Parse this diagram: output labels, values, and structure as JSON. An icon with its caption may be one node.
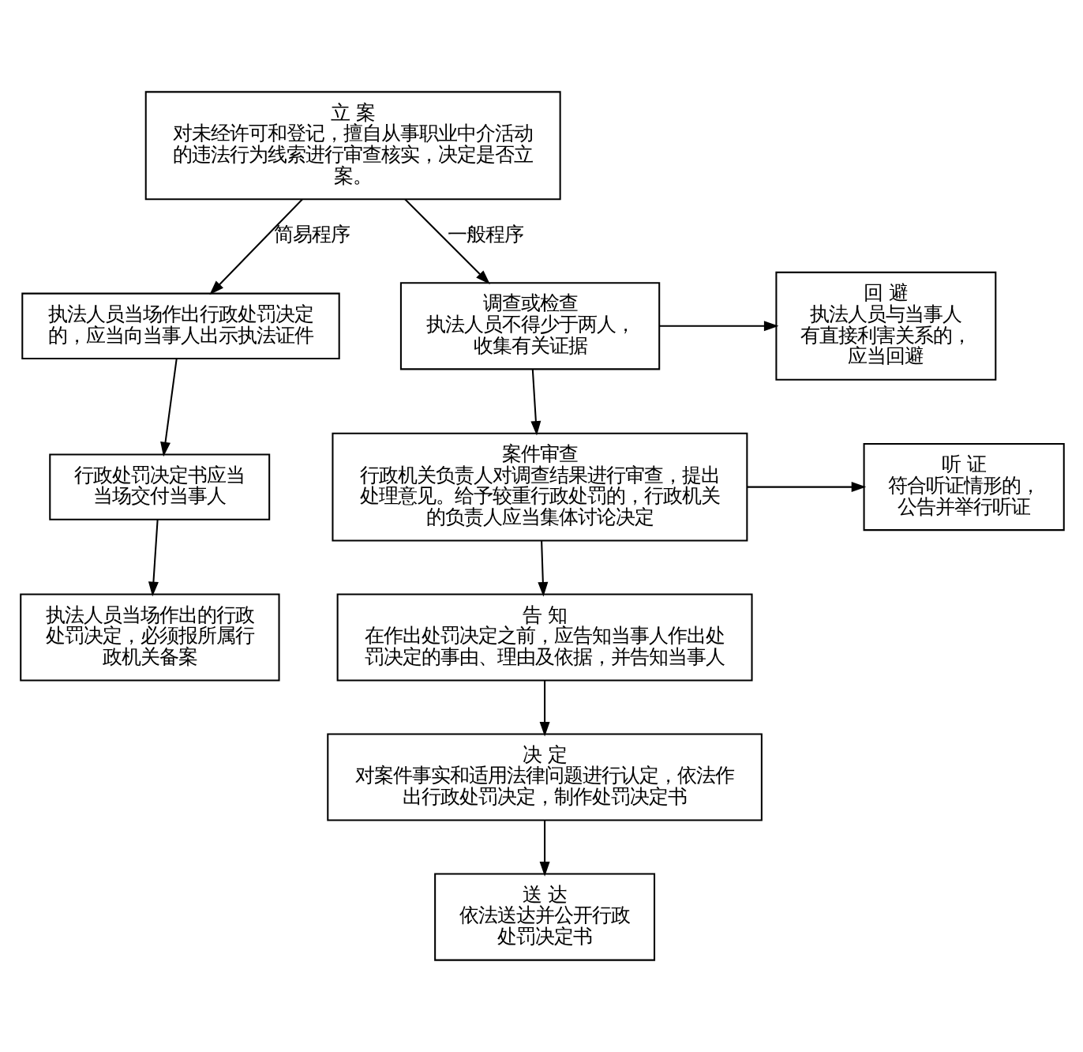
{
  "diagram": {
    "nodes": [
      {
        "text": [
          "立 案",
          "对未经许可和登记，擅自从事职业中介活动的违法行为线索进行审查核实，决定是否立案。"
        ]
      },
      {
        "text": [
          "执法人员当场作出行政处罚决定的，应当向当事人出示执法证件"
        ]
      },
      {
        "text": [
          "调查或检查",
          "执法人员不得少于两人，收集有关证据"
        ]
      },
      {
        "text": [
          "回 避",
          "执法人员与当事人有直接利害关系的，应当回避"
        ]
      },
      {
        "text": [
          "行政处罚决定书应当当场交付当事人"
        ]
      },
      {
        "text": [
          "案件审查",
          "行政机关负责人对调查结果进行审查，提出处理意见。给予较重行政处罚的，行政机关的负责人应当集体讨论决定"
        ]
      },
      {
        "text": [
          "听 证",
          "符合听证情形的，公告并举行听证"
        ]
      },
      {
        "text": [
          "执法人员当场作出的行政处罚决定，必须报所属行政机关备案"
        ]
      },
      {
        "text": [
          "告 知",
          "在作出处罚决定之前，应告知当事人作出处罚决定的事由、理由及依据，并告知当事人"
        ]
      },
      {
        "text": [
          "决 定",
          "对案件事实和适用法律问题进行认定，依法作出行政处罚决定，制作处罚决定书"
        ]
      },
      {
        "text": [
          "送 达",
          "依法送达并公开行政处罚决定书"
        ]
      }
    ],
    "edges": [
      {
        "from": 0,
        "to": 1,
        "arrow": "to",
        "label": "简易程序"
      },
      {
        "from": 0,
        "to": 2,
        "arrow": "to",
        "label": "一般程序"
      },
      {
        "from": 2,
        "to": 3,
        "arrow": "to"
      },
      {
        "from": 1,
        "to": 4,
        "arrow": "to"
      },
      {
        "from": 2,
        "to": 5,
        "arrow": "to"
      },
      {
        "from": 5,
        "to": 6,
        "arrow": "to"
      },
      {
        "from": 4,
        "to": 7,
        "arrow": "to"
      },
      {
        "from": 5,
        "to": 8,
        "arrow": "to"
      },
      {
        "from": 8,
        "to": 9,
        "arrow": "to"
      },
      {
        "from": 9,
        "to": 10,
        "arrow": "to"
      }
    ]
  }
}
